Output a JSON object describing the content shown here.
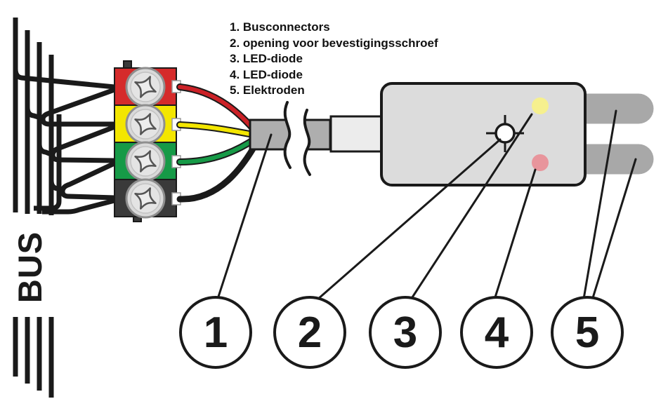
{
  "diagram": {
    "bus_label": "BUS",
    "legend": {
      "items": [
        "1. Busconnectors",
        "2. opening voor bevestigingsschroef",
        "3. LED-diode",
        "4. LED-diode",
        "5. Elektroden"
      ]
    },
    "callouts": [
      {
        "number": "1",
        "label": "Busconnectors"
      },
      {
        "number": "2",
        "label": "opening voor bevestigingsschroef"
      },
      {
        "number": "3",
        "label": "LED-diode"
      },
      {
        "number": "4",
        "label": "LED-diode"
      },
      {
        "number": "5",
        "label": "Elektroden"
      }
    ],
    "colors": {
      "line": "#1a1a1a",
      "terminal_red": "#d52b2b",
      "terminal_yellow": "#f3e600",
      "terminal_green": "#169a47",
      "terminal_black": "#3a3a3a",
      "wire_red": "#cc2127",
      "wire_yellow": "#f3e600",
      "wire_green": "#169a47",
      "cable": "#aeaeae",
      "ferrule": "#ececec",
      "body": "#dcdcdc",
      "electrode": "#a8a8a8",
      "led_yellow": "#f6f08e",
      "led_red": "#e8959c",
      "screw": "#d9d9d9"
    }
  }
}
